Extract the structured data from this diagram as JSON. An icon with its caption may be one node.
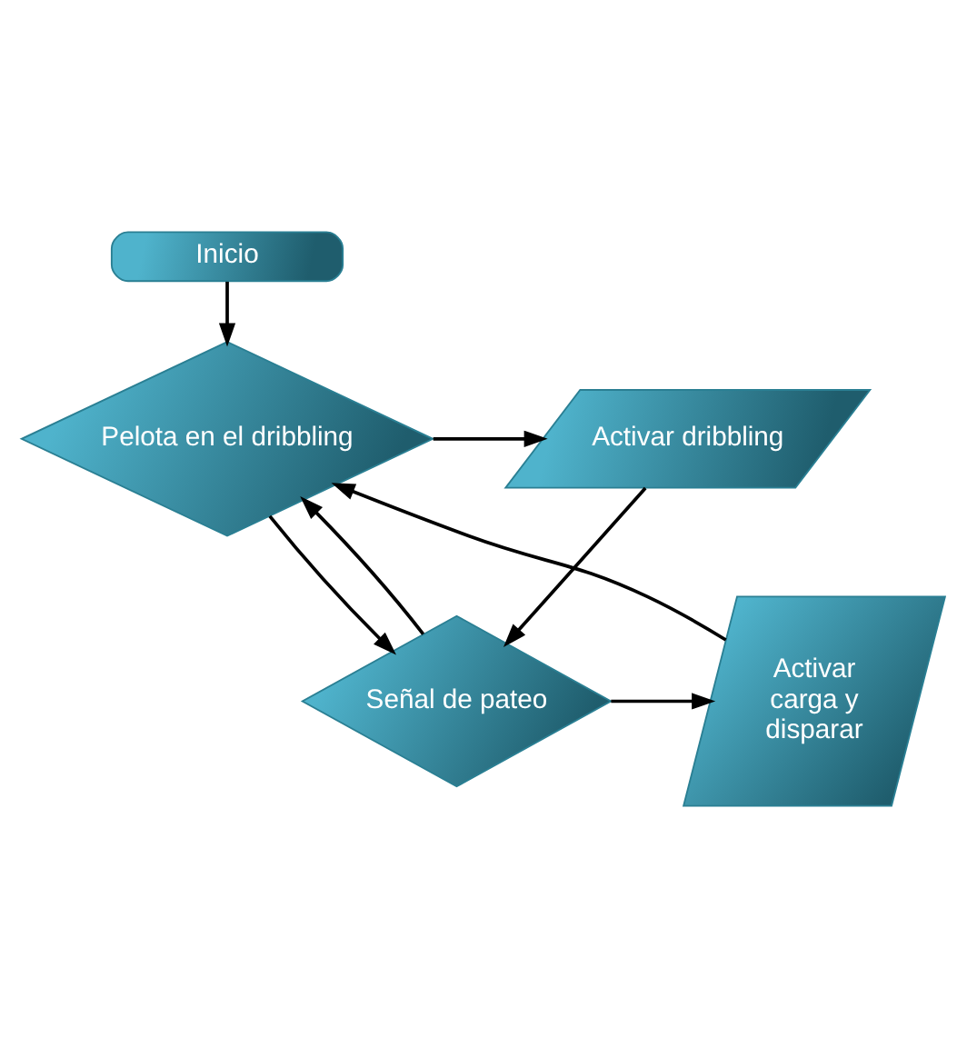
{
  "diagram": {
    "nodes": [
      {
        "text": [
          "Inicio"
        ]
      },
      {
        "text": [
          "Pelota en el dribbling"
        ]
      },
      {
        "text": [
          "Activar dribbling"
        ]
      },
      {
        "text": [
          "Señal de pateo"
        ]
      },
      {
        "text": [
          "Activar carga y disparar"
        ]
      }
    ],
    "edges": [
      {
        "from": 0,
        "to": 1,
        "arrow": "to"
      },
      {
        "from": 1,
        "to": 2,
        "arrow": "to"
      },
      {
        "from": 1,
        "to": 3,
        "arrow": "to"
      },
      {
        "from": 2,
        "to": 3,
        "arrow": "to"
      },
      {
        "from": 3,
        "to": 4,
        "arrow": "to"
      },
      {
        "from": 3,
        "to": 1,
        "arrow": "to"
      },
      {
        "from": 4,
        "to": 1,
        "arrow": "to"
      }
    ]
  }
}
